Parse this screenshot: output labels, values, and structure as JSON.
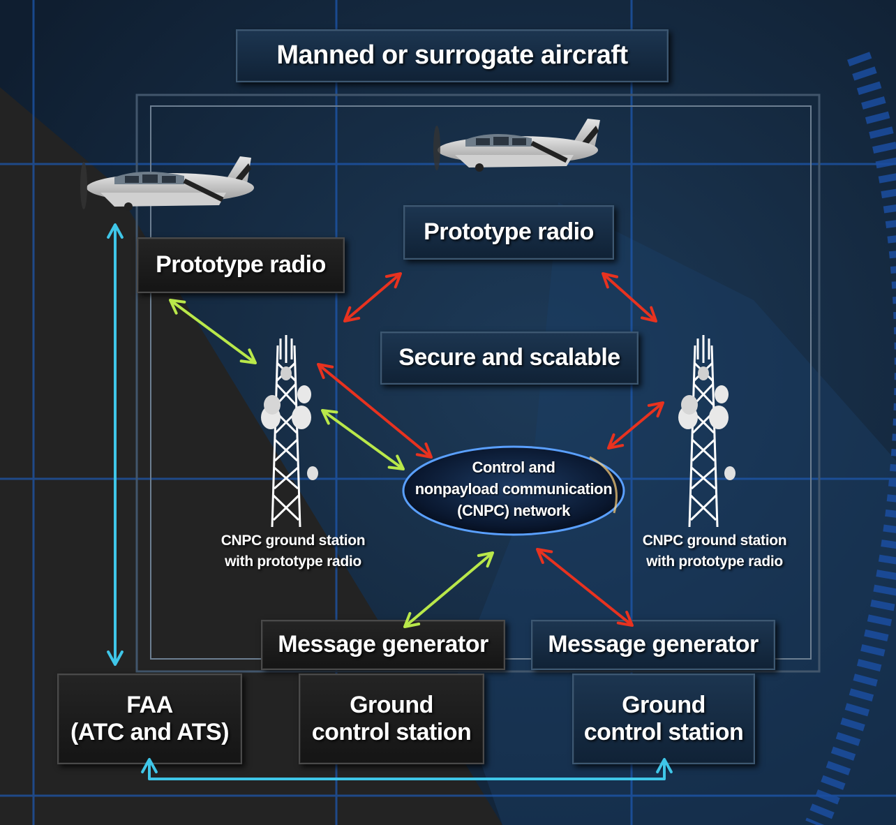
{
  "title": "Manned or surrogate aircraft",
  "radio_left": "Prototype radio",
  "radio_top": "Prototype radio",
  "secure": "Secure and scalable",
  "network": {
    "line1": "Control and",
    "line2": "nonpayload communication",
    "line3": "(CNPC) network"
  },
  "station_left": {
    "line1": "CNPC ground station",
    "line2": "with prototype radio"
  },
  "station_right": {
    "line1": "CNPC ground station",
    "line2": "with prototype radio"
  },
  "message_generator_left": "Message generator",
  "message_generator_right": "Message generator",
  "faa": {
    "line1": "FAA",
    "line2": "(ATC and ATS)"
  },
  "gcs_left": {
    "line1": "Ground",
    "line2": "control station"
  },
  "gcs_right": {
    "line1": "Ground",
    "line2": "control station"
  },
  "colors": {
    "background": "#15263a",
    "dark_region": "#222222",
    "red_arrow": "#e8321f",
    "green_arrow": "#b9e84a",
    "cyan_arrow": "#3fc6e8",
    "grid": "#1e5ab4"
  }
}
